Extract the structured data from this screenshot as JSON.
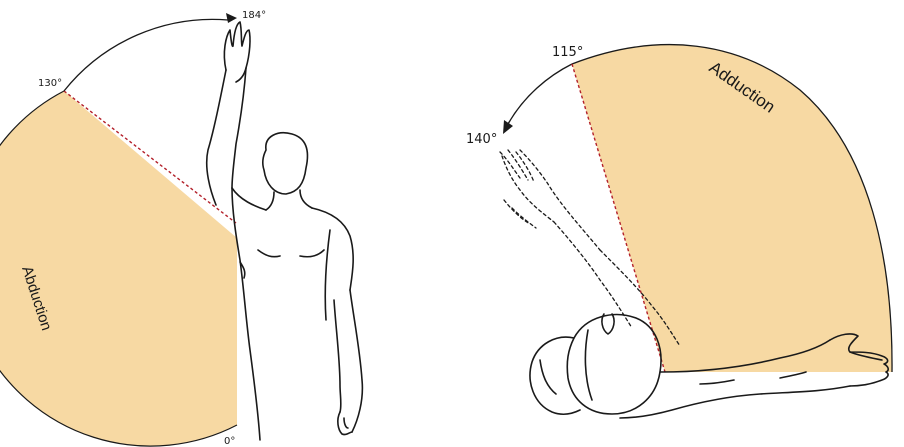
{
  "left_panel": {
    "arc_label": "Abduction",
    "angle_start": "0°",
    "angle_dashed": "130°",
    "angle_end": "184°"
  },
  "right_panel": {
    "arc_label": "Adduction",
    "angle_dashed": "115°",
    "angle_end": "140°"
  },
  "colors": {
    "sector_fill": "#f7d9a3",
    "line": "#1a1a1a",
    "dashed_red": "#b3202a"
  }
}
